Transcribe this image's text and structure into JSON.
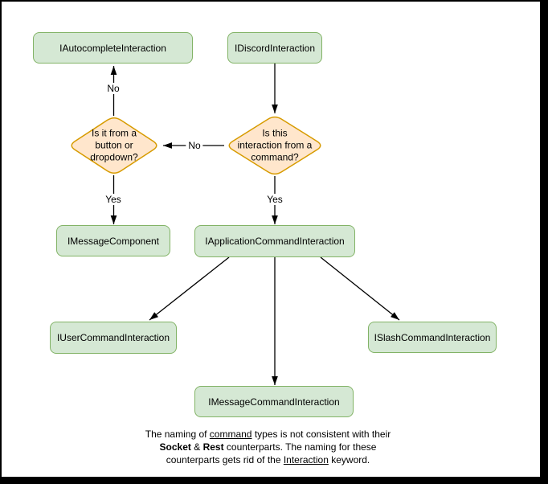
{
  "diagram": {
    "nodes": {
      "autocomplete": {
        "label": "IAutocompleteInteraction"
      },
      "discord": {
        "label": "IDiscordInteraction"
      },
      "message_component": {
        "label": "IMessageComponent"
      },
      "application_command": {
        "label": "IApplicationCommandInteraction"
      },
      "user_command": {
        "label": "IUserCommandInteraction"
      },
      "slash_command": {
        "label": "ISlashCommandInteraction"
      },
      "message_command": {
        "label": "IMessageCommandInteraction"
      }
    },
    "decisions": {
      "from_command": {
        "label": "Is this\ninteraction from a\ncommand?"
      },
      "from_button": {
        "label": "Is it from a\nbutton or\ndropdown?"
      }
    },
    "edges": [
      {
        "from": "discord",
        "to": "from_command",
        "label": ""
      },
      {
        "from": "from_command",
        "to": "from_button",
        "label": "No"
      },
      {
        "from": "from_button",
        "to": "autocomplete",
        "label": "No"
      },
      {
        "from": "from_button",
        "to": "message_component",
        "label": "Yes"
      },
      {
        "from": "from_command",
        "to": "application_command",
        "label": "Yes"
      },
      {
        "from": "application_command",
        "to": "user_command",
        "label": ""
      },
      {
        "from": "application_command",
        "to": "message_command",
        "label": ""
      },
      {
        "from": "application_command",
        "to": "slash_command",
        "label": ""
      }
    ],
    "colors": {
      "node_fill": "#d5e8d4",
      "node_border": "#82b366",
      "decision_fill": "#ffe6cc",
      "decision_border": "#d79b00",
      "arrow": "#000000"
    }
  },
  "footer": {
    "lines": [
      [
        {
          "text": "The naming of "
        },
        {
          "text": "command",
          "underline": true
        },
        {
          "text": " types is not consistent with their"
        }
      ],
      [
        {
          "text": "Socket",
          "bold": true
        },
        {
          "text": " & "
        },
        {
          "text": "Rest",
          "bold": true
        },
        {
          "text": " counterparts. The naming for these"
        }
      ],
      [
        {
          "text": "counterparts gets rid of the "
        },
        {
          "text": "Interaction",
          "underline": true
        },
        {
          "text": " keyword."
        }
      ]
    ]
  }
}
